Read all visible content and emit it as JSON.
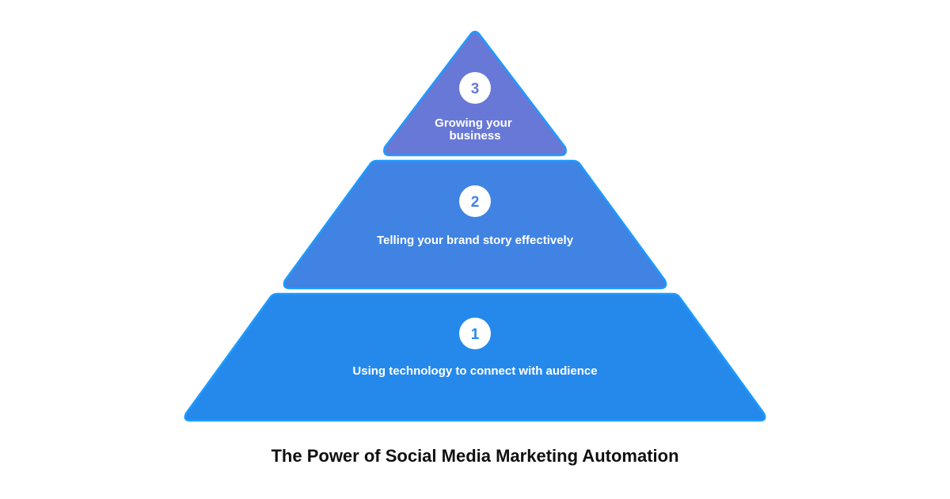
{
  "title": "The Power of Social Media Marketing Automation",
  "tiers": [
    {
      "number": "1",
      "label_lines": [
        "Using technology to connect with audience"
      ],
      "color": "#2589EC",
      "number_color": "#2589EC"
    },
    {
      "number": "2",
      "label_lines": [
        "Telling your brand story effectively"
      ],
      "color": "#4083E2",
      "number_color": "#4083E2"
    },
    {
      "number": "3",
      "label_lines": [
        "Growing your",
        "business"
      ],
      "color": "#6878D6",
      "number_color": "#6878D6"
    }
  ],
  "colors": {
    "outline": "#1E9BFF",
    "badge_fill": "#FFFFFF",
    "title_text": "#111111"
  }
}
